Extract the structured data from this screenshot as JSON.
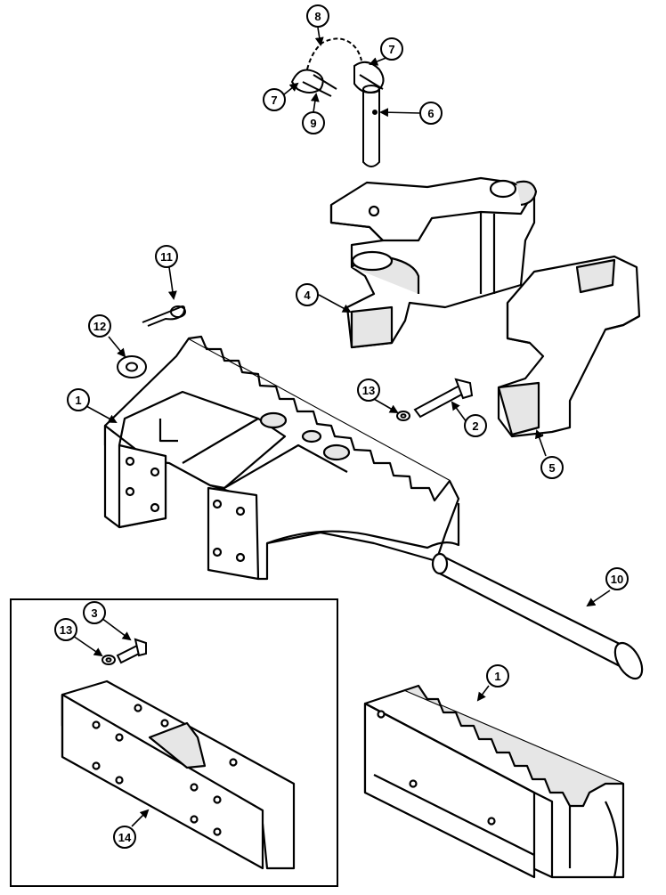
{
  "diagram": {
    "callouts": [
      "1",
      "2",
      "3",
      "4",
      "5",
      "6",
      "7",
      "8",
      "9",
      "10",
      "11",
      "12",
      "13",
      "14"
    ],
    "colors": {
      "ink": "#000000",
      "paper": "#ffffff",
      "shade": "#e6e6e6",
      "dark": "#9a9a9a"
    }
  }
}
